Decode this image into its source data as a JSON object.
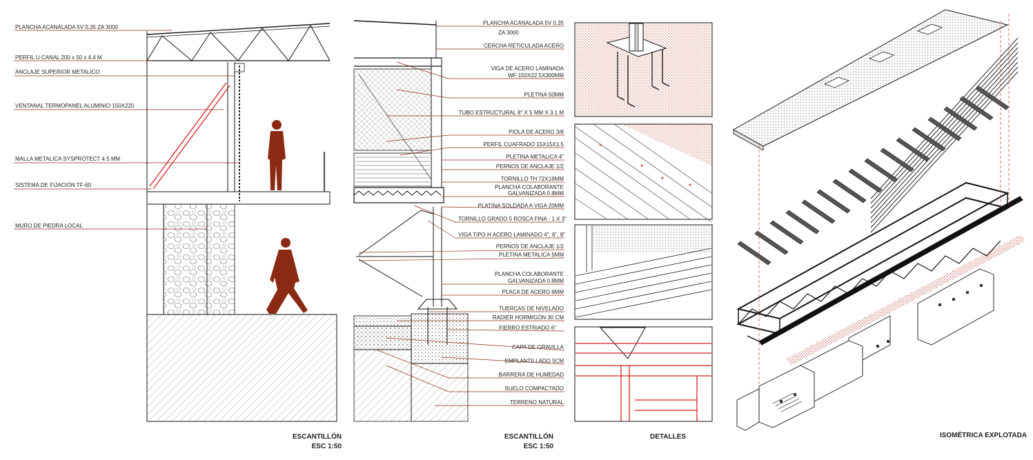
{
  "sections": {
    "s1": {
      "title": "ESCANTILLÓN",
      "scale": "ESC 1:50",
      "labels": [
        "PLANCHA ACANALADA 5V 0,35 ZA 3000",
        "PERFIL U CANAL 200 x 50 x 4.4 M",
        "ANCLAJE SUPERIOR METALICO",
        "VENTANAL TERMOPANEL ALUMINIO 150X220",
        "MALLA METALICA SYSPROTECT 4.5 MM",
        "SISTEMA DE FIJACIÓN TF-60",
        "MURO DE PIEDRA LOCAL"
      ]
    },
    "s2": {
      "title": "ESCANTILLÓN",
      "scale": "ESC 1:50",
      "labels": [
        "PLANCHA ACANALADA 5V 0,35",
        "ZA 3000",
        "CERCHA RETICULADA ACERO",
        "VIGA DE ACERO LAMINADA",
        "WF 150X22.5X300MM",
        "PLETINA 50MM",
        "TUBO ESTRUCTURAL  8\" X 5 MM X 3.1 M",
        "PIOLA DE ACERO 3/8",
        "PERFIL CUAFRADO 15X15X1.5",
        "PLETINA METALICA 4\"",
        "PERNOS DE ANCLAJE 1/2",
        "TORNILLO TH 72X16MM",
        "PLANCHA COLABORANTE",
        "GALVANIZADA 0.8MM",
        "PLATINA SOLDADA A VIGA 20MM",
        "TORNILLO GRADO 5 ROSCA FINA - 1 X 3\"",
        "VIGA TIPO H ACERO LAMINADO 4\", 6\", 8\"",
        "PERNOS DE ANCLAJE 1/2",
        "PLETINA METALICA 5MM",
        "PLANCHA COLABORANTE",
        "GALVANIZADA 0.8MM",
        "PLACA DE ACERO 6MM",
        "TUERCAS DE NIVELADO",
        "RADIER HORMIGÓN 30 CM",
        "FIERRO ESTRIADO 6\"",
        "CAPA DE GRAVILLA",
        "EMPLANTILLADO 5CM",
        "BARRERA DE HUMEDAD",
        "SUELO COMPACTADO",
        "TERRENO NATURAL"
      ]
    },
    "s3": {
      "title": "DETALLES"
    },
    "s4": {
      "title": "ISOMÉTRICA EXPLOTADA"
    }
  },
  "colors": {
    "leader": "#8b2a12",
    "figure": "#8b2a12",
    "red_line": "#d92020",
    "ink": "#111111",
    "texture_red": "#c24a3a"
  }
}
